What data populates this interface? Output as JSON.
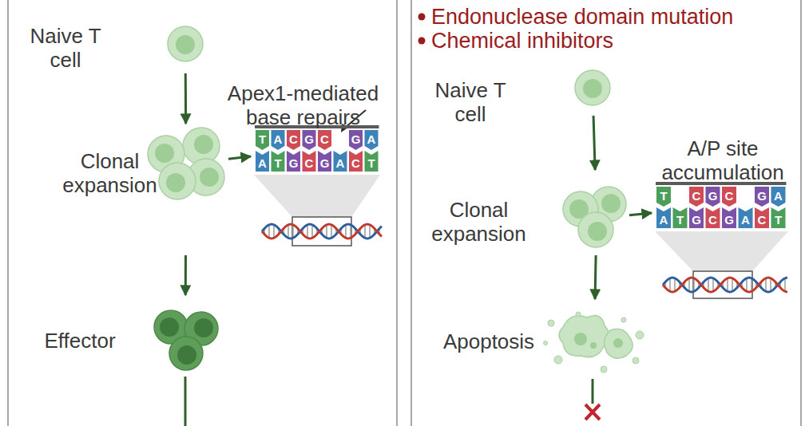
{
  "diagram": {
    "nodes": [
      {
        "text": [
          "Naive T cell"
        ]
      },
      {
        "text": [
          "Clonal expansion"
        ]
      },
      {
        "text": [
          "Apex1-mediated base repairs"
        ]
      },
      {
        "text": [
          "Effector"
        ]
      },
      {
        "text": [
          "Naive T cell"
        ]
      },
      {
        "text": [
          "Clonal expansion"
        ]
      },
      {
        "text": [
          "A/P site accumulation"
        ]
      },
      {
        "text": [
          "Apoptosis"
        ]
      }
    ],
    "edges": [
      {
        "from": 0,
        "to": 1,
        "arrow": "to"
      },
      {
        "from": 1,
        "to": 2,
        "arrow": "to"
      },
      {
        "from": 1,
        "to": 3,
        "arrow": "to"
      },
      {
        "from": 4,
        "to": 5,
        "arrow": "to"
      },
      {
        "from": 5,
        "to": 6,
        "arrow": "to"
      },
      {
        "from": 5,
        "to": 7,
        "arrow": "to"
      }
    ],
    "labels": [
      "Endonuclease domain mutation",
      "Chemical inhibitors",
      "T",
      "A",
      "C",
      "G",
      "C",
      "G",
      "A",
      "A",
      "T",
      "G",
      "C",
      "G",
      "A",
      "C",
      "T",
      "T",
      "C",
      "G",
      "C",
      "G",
      "A",
      "A",
      "T",
      "G",
      "C",
      "G",
      "A",
      "C",
      "T"
    ]
  }
}
